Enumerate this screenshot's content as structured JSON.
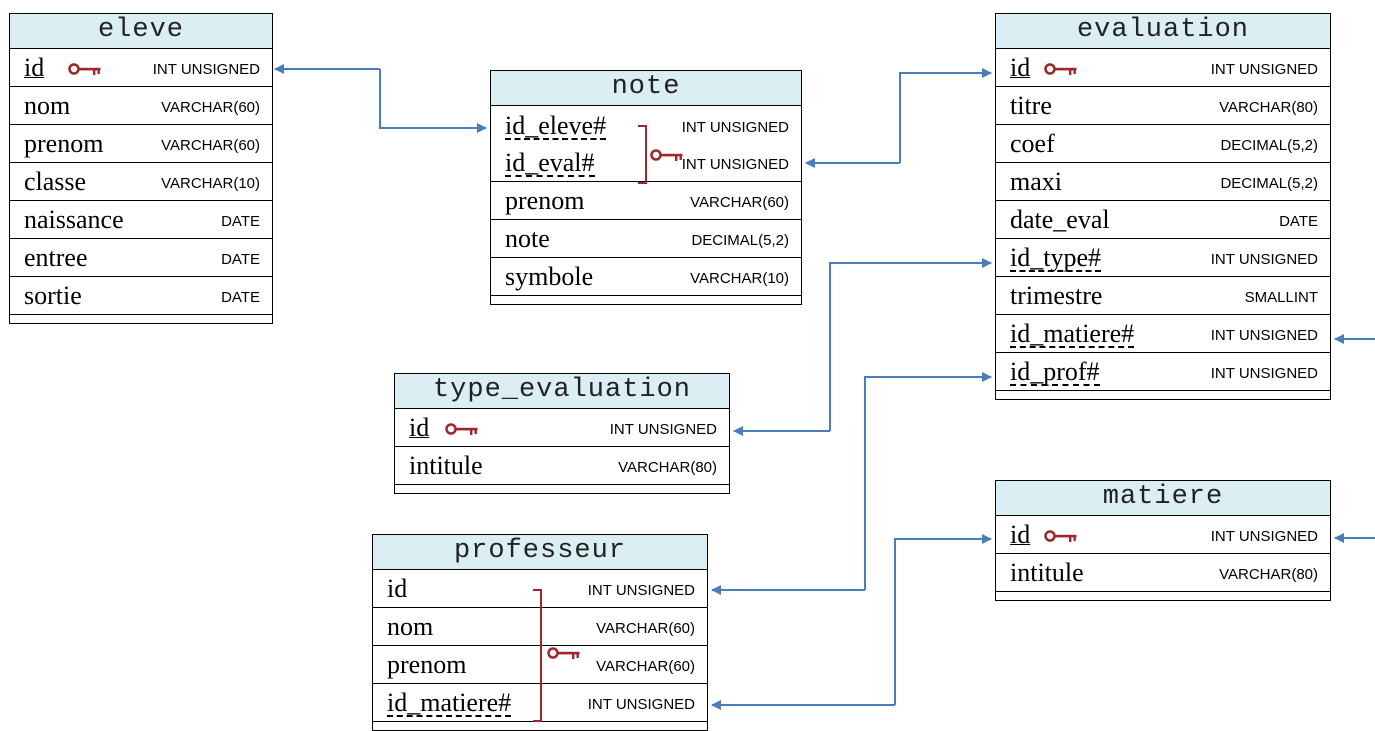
{
  "colors": {
    "header_fill": "#dbeef4",
    "arrow": "#4a7ebb",
    "key": "#a0262a"
  },
  "tables": {
    "eleve": {
      "title": "eleve",
      "fields": [
        {
          "name": "id",
          "type": "INT UNSIGNED",
          "pk": true
        },
        {
          "name": "nom",
          "type": "VARCHAR(60)"
        },
        {
          "name": "prenom",
          "type": "VARCHAR(60)"
        },
        {
          "name": "classe",
          "type": "VARCHAR(10)"
        },
        {
          "name": "naissance",
          "type": "DATE"
        },
        {
          "name": "entree",
          "type": "DATE"
        },
        {
          "name": "sortie",
          "type": "DATE"
        }
      ]
    },
    "note": {
      "title": "note",
      "fields": [
        {
          "name": "id_eleve#",
          "type": "INT UNSIGNED",
          "pk": true
        },
        {
          "name": "id_eval#",
          "type": "INT UNSIGNED",
          "pk": true
        },
        {
          "name": "prenom",
          "type": "VARCHAR(60)"
        },
        {
          "name": "note",
          "type": "DECIMAL(5,2)"
        },
        {
          "name": "symbole",
          "type": "VARCHAR(10)"
        }
      ]
    },
    "evaluation": {
      "title": "evaluation",
      "fields": [
        {
          "name": "id",
          "type": "INT UNSIGNED",
          "pk": true
        },
        {
          "name": "titre",
          "type": "VARCHAR(80)"
        },
        {
          "name": "coef",
          "type": "DECIMAL(5,2)"
        },
        {
          "name": "maxi",
          "type": "DECIMAL(5,2)"
        },
        {
          "name": "date_eval",
          "type": "DATE"
        },
        {
          "name": "id_type#",
          "type": "INT UNSIGNED"
        },
        {
          "name": "trimestre",
          "type": "SMALLINT"
        },
        {
          "name": "id_matiere#",
          "type": "INT UNSIGNED"
        },
        {
          "name": "id_prof#",
          "type": "INT UNSIGNED"
        }
      ]
    },
    "type_evaluation": {
      "title": "type_evaluation",
      "fields": [
        {
          "name": "id",
          "type": "INT UNSIGNED",
          "pk": true
        },
        {
          "name": "intitule",
          "type": "VARCHAR(80)"
        }
      ]
    },
    "matiere": {
      "title": "matiere",
      "fields": [
        {
          "name": "id",
          "type": "INT UNSIGNED",
          "pk": true
        },
        {
          "name": "intitule",
          "type": "VARCHAR(80)"
        }
      ]
    },
    "professeur": {
      "title": "professeur",
      "fields": [
        {
          "name": "id",
          "type": "INT UNSIGNED",
          "pk": true
        },
        {
          "name": "nom",
          "type": "VARCHAR(60)",
          "pk": true
        },
        {
          "name": "prenom",
          "type": "VARCHAR(60)",
          "pk": true
        },
        {
          "name": "id_matiere#",
          "type": "INT UNSIGNED",
          "pk": true
        }
      ]
    }
  },
  "relations": [
    {
      "from": "eleve.id",
      "to": "note.id_eleve#"
    },
    {
      "from": "evaluation.id",
      "to": "note.id_eval#"
    },
    {
      "from": "evaluation.id_type#",
      "to": "type_evaluation.id"
    },
    {
      "from": "evaluation.id_prof#",
      "to": "professeur.id"
    },
    {
      "from": "matiere.id",
      "to": "professeur.id_matiere#"
    }
  ]
}
